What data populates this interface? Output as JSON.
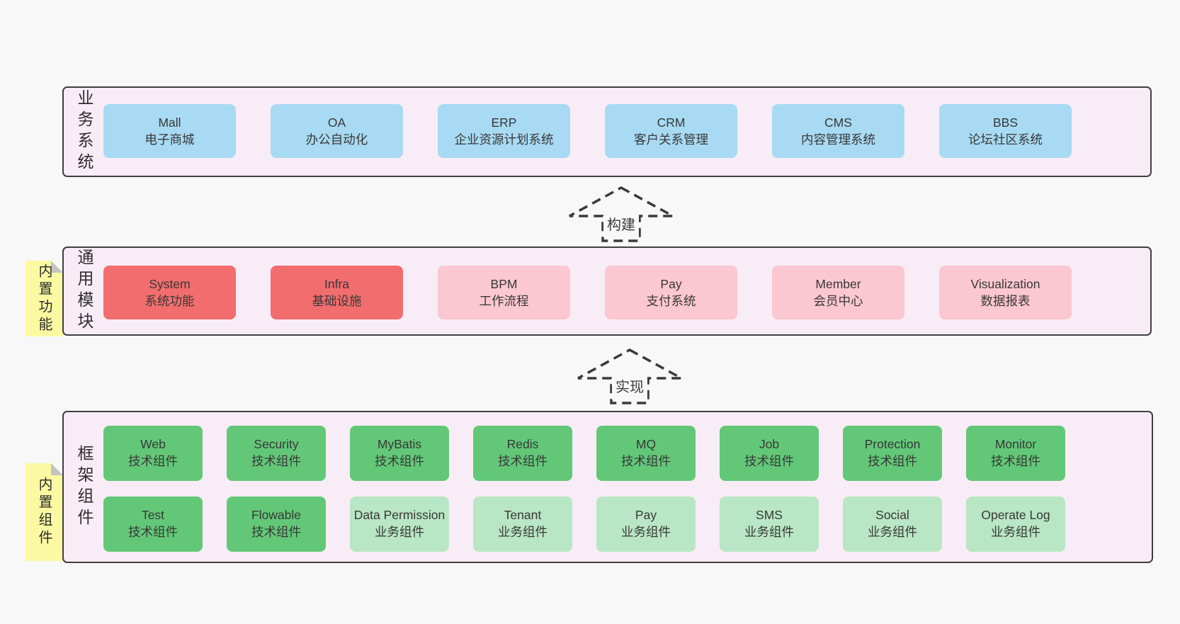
{
  "colors": {
    "page_bg": "#f8f8f8",
    "panel_bg": "#f8edf6",
    "panel_border": "#3f3f3f",
    "blue": "#a8daf3",
    "red": "#f26d6e",
    "pink": "#fbc7d0",
    "green": "#62c878",
    "lightgreen": "#b9e6c4",
    "yellow": "#fbfaa2",
    "fold": "#c3c3c3",
    "text": "#3a3a3a"
  },
  "tabs": [
    {
      "label": "内置功能"
    },
    {
      "label": "内置组件"
    }
  ],
  "arrows": [
    {
      "label": "构建"
    },
    {
      "label": "实现"
    }
  ],
  "sections": [
    {
      "label": "业务系统",
      "boxes": [
        {
          "title": "Mall",
          "subtitle": "电子商城"
        },
        {
          "title": "OA",
          "subtitle": "办公自动化"
        },
        {
          "title": "ERP",
          "subtitle": "企业资源计划系统"
        },
        {
          "title": "CRM",
          "subtitle": "客户关系管理"
        },
        {
          "title": "CMS",
          "subtitle": "内容管理系统"
        },
        {
          "title": "BBS",
          "subtitle": "论坛社区系统"
        }
      ]
    },
    {
      "label": "通用模块",
      "boxes": [
        {
          "title": "System",
          "subtitle": "系统功能"
        },
        {
          "title": "Infra",
          "subtitle": "基础设施"
        },
        {
          "title": "BPM",
          "subtitle": "工作流程"
        },
        {
          "title": "Pay",
          "subtitle": "支付系统"
        },
        {
          "title": "Member",
          "subtitle": "会员中心"
        },
        {
          "title": "Visualization",
          "subtitle": "数据报表"
        }
      ]
    },
    {
      "label": "框架组件",
      "rows": [
        [
          {
            "title": "Web",
            "subtitle": "技术组件"
          },
          {
            "title": "Security",
            "subtitle": "技术组件"
          },
          {
            "title": "MyBatis",
            "subtitle": "技术组件"
          },
          {
            "title": "Redis",
            "subtitle": "技术组件"
          },
          {
            "title": "MQ",
            "subtitle": "技术组件"
          },
          {
            "title": "Job",
            "subtitle": "技术组件"
          },
          {
            "title": "Protection",
            "subtitle": "技术组件"
          },
          {
            "title": "Monitor",
            "subtitle": "技术组件"
          }
        ],
        [
          {
            "title": "Test",
            "subtitle": "技术组件"
          },
          {
            "title": "Flowable",
            "subtitle": "技术组件"
          },
          {
            "title": "Data Permission",
            "subtitle": "业务组件"
          },
          {
            "title": "Tenant",
            "subtitle": "业务组件"
          },
          {
            "title": "Pay",
            "subtitle": "业务组件"
          },
          {
            "title": "SMS",
            "subtitle": "业务组件"
          },
          {
            "title": "Social",
            "subtitle": "业务组件"
          },
          {
            "title": "Operate Log",
            "subtitle": "业务组件"
          }
        ]
      ]
    }
  ]
}
